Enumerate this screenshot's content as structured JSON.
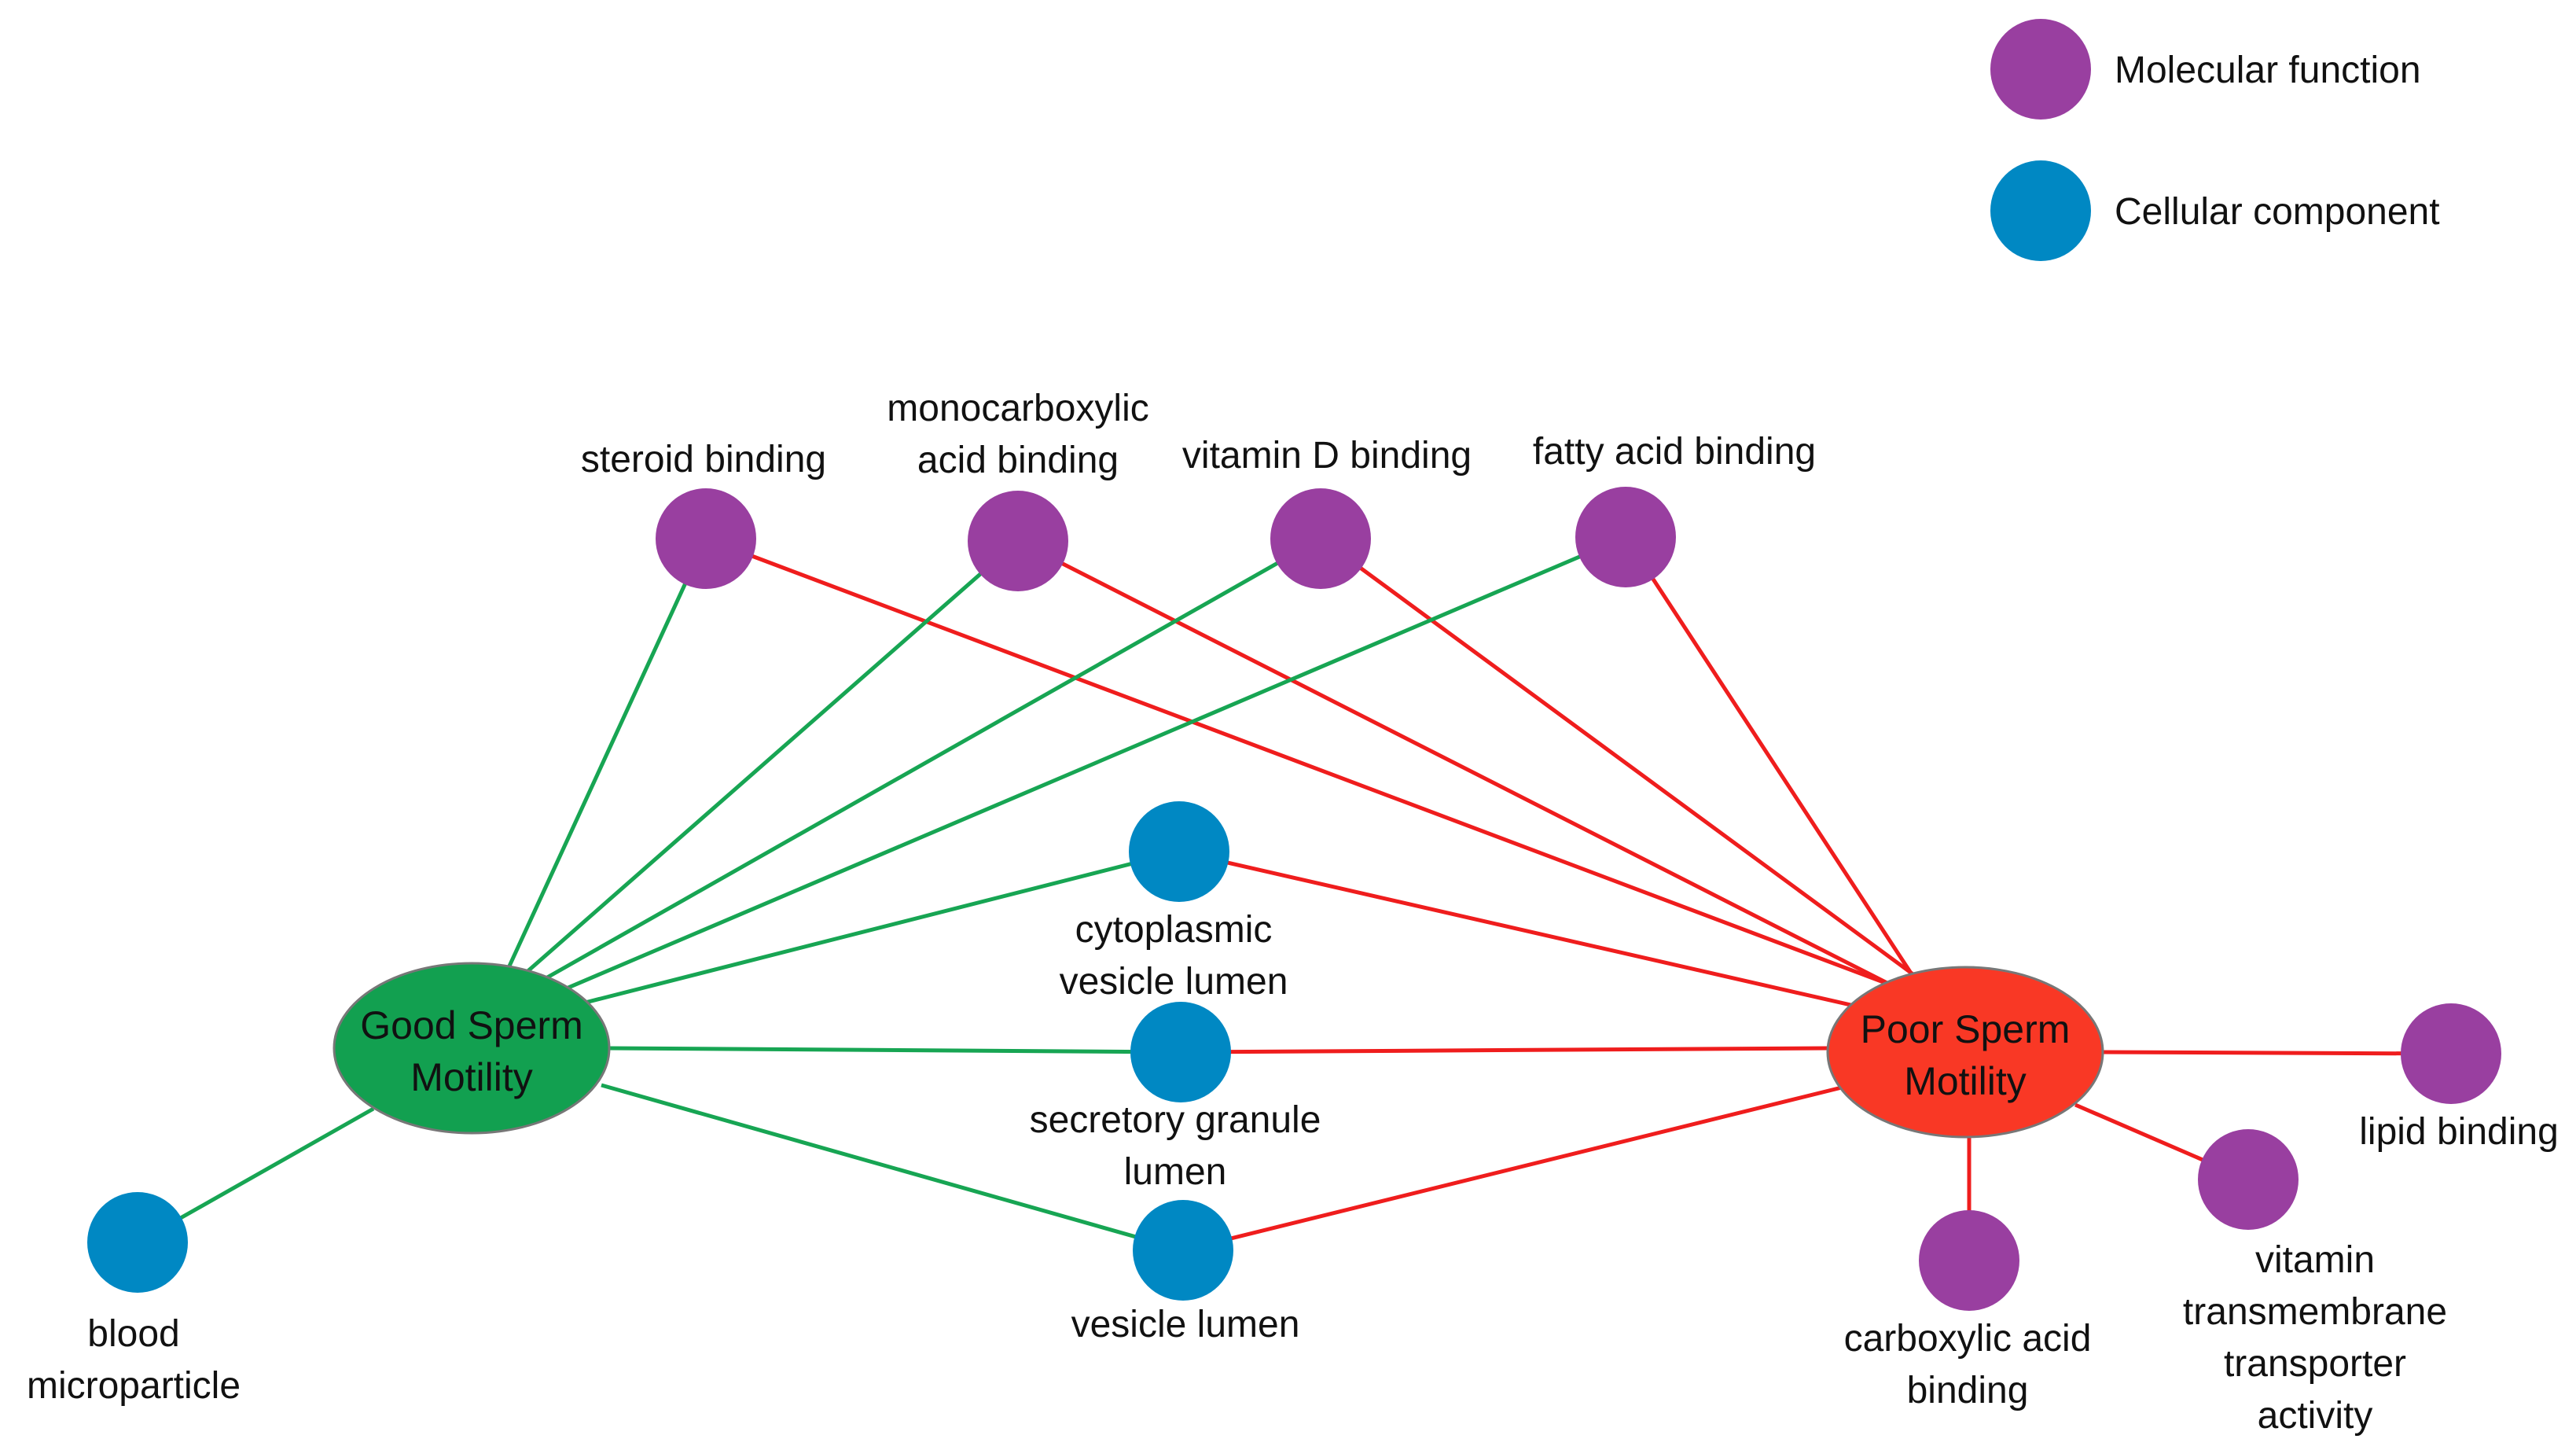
{
  "colors": {
    "molecular_function": "#993fa0",
    "cellular_component": "#0088c3",
    "good_hub": "#12a050",
    "poor_hub": "#f93825",
    "good_edge": "#17a553",
    "poor_edge": "#ef1d1d",
    "hub_outline": "#777777"
  },
  "legend": {
    "items": [
      {
        "key": "molecular_function",
        "label": "Molecular function"
      },
      {
        "key": "cellular_component",
        "label": "Cellular component"
      }
    ]
  },
  "hubs": {
    "good": {
      "lines": [
        "Good Sperm",
        "Motility"
      ]
    },
    "poor": {
      "lines": [
        "Poor Sperm",
        "Motility"
      ]
    }
  },
  "nodes": [
    {
      "id": "steroid",
      "type": "molecular_function",
      "lines": [
        "steroid binding"
      ],
      "good": true,
      "poor": true
    },
    {
      "id": "monocarboxylic",
      "type": "molecular_function",
      "lines": [
        "monocarboxylic",
        "acid binding"
      ],
      "good": true,
      "poor": true
    },
    {
      "id": "vitaminD",
      "type": "molecular_function",
      "lines": [
        "vitamin D binding"
      ],
      "good": true,
      "poor": true
    },
    {
      "id": "fattyacid",
      "type": "molecular_function",
      "lines": [
        "fatty acid binding"
      ],
      "good": true,
      "poor": true
    },
    {
      "id": "cytoplasmic",
      "type": "cellular_component",
      "lines": [
        "cytoplasmic",
        "vesicle lumen"
      ],
      "good": true,
      "poor": true
    },
    {
      "id": "secretory",
      "type": "cellular_component",
      "lines": [
        "secretory granule",
        "lumen"
      ],
      "good": true,
      "poor": true
    },
    {
      "id": "vesicle",
      "type": "cellular_component",
      "lines": [
        "vesicle lumen"
      ],
      "good": true,
      "poor": true
    },
    {
      "id": "blood",
      "type": "cellular_component",
      "lines": [
        "blood",
        "microparticle"
      ],
      "good": true,
      "poor": false
    },
    {
      "id": "lipid",
      "type": "molecular_function",
      "lines": [
        "lipid binding"
      ],
      "good": false,
      "poor": true
    },
    {
      "id": "vitamintransport",
      "type": "molecular_function",
      "lines": [
        "vitamin",
        "transmembrane",
        "transporter",
        "activity"
      ],
      "good": false,
      "poor": true
    },
    {
      "id": "carboxylic",
      "type": "molecular_function",
      "lines": [
        "carboxylic acid",
        "binding"
      ],
      "good": false,
      "poor": true
    }
  ]
}
